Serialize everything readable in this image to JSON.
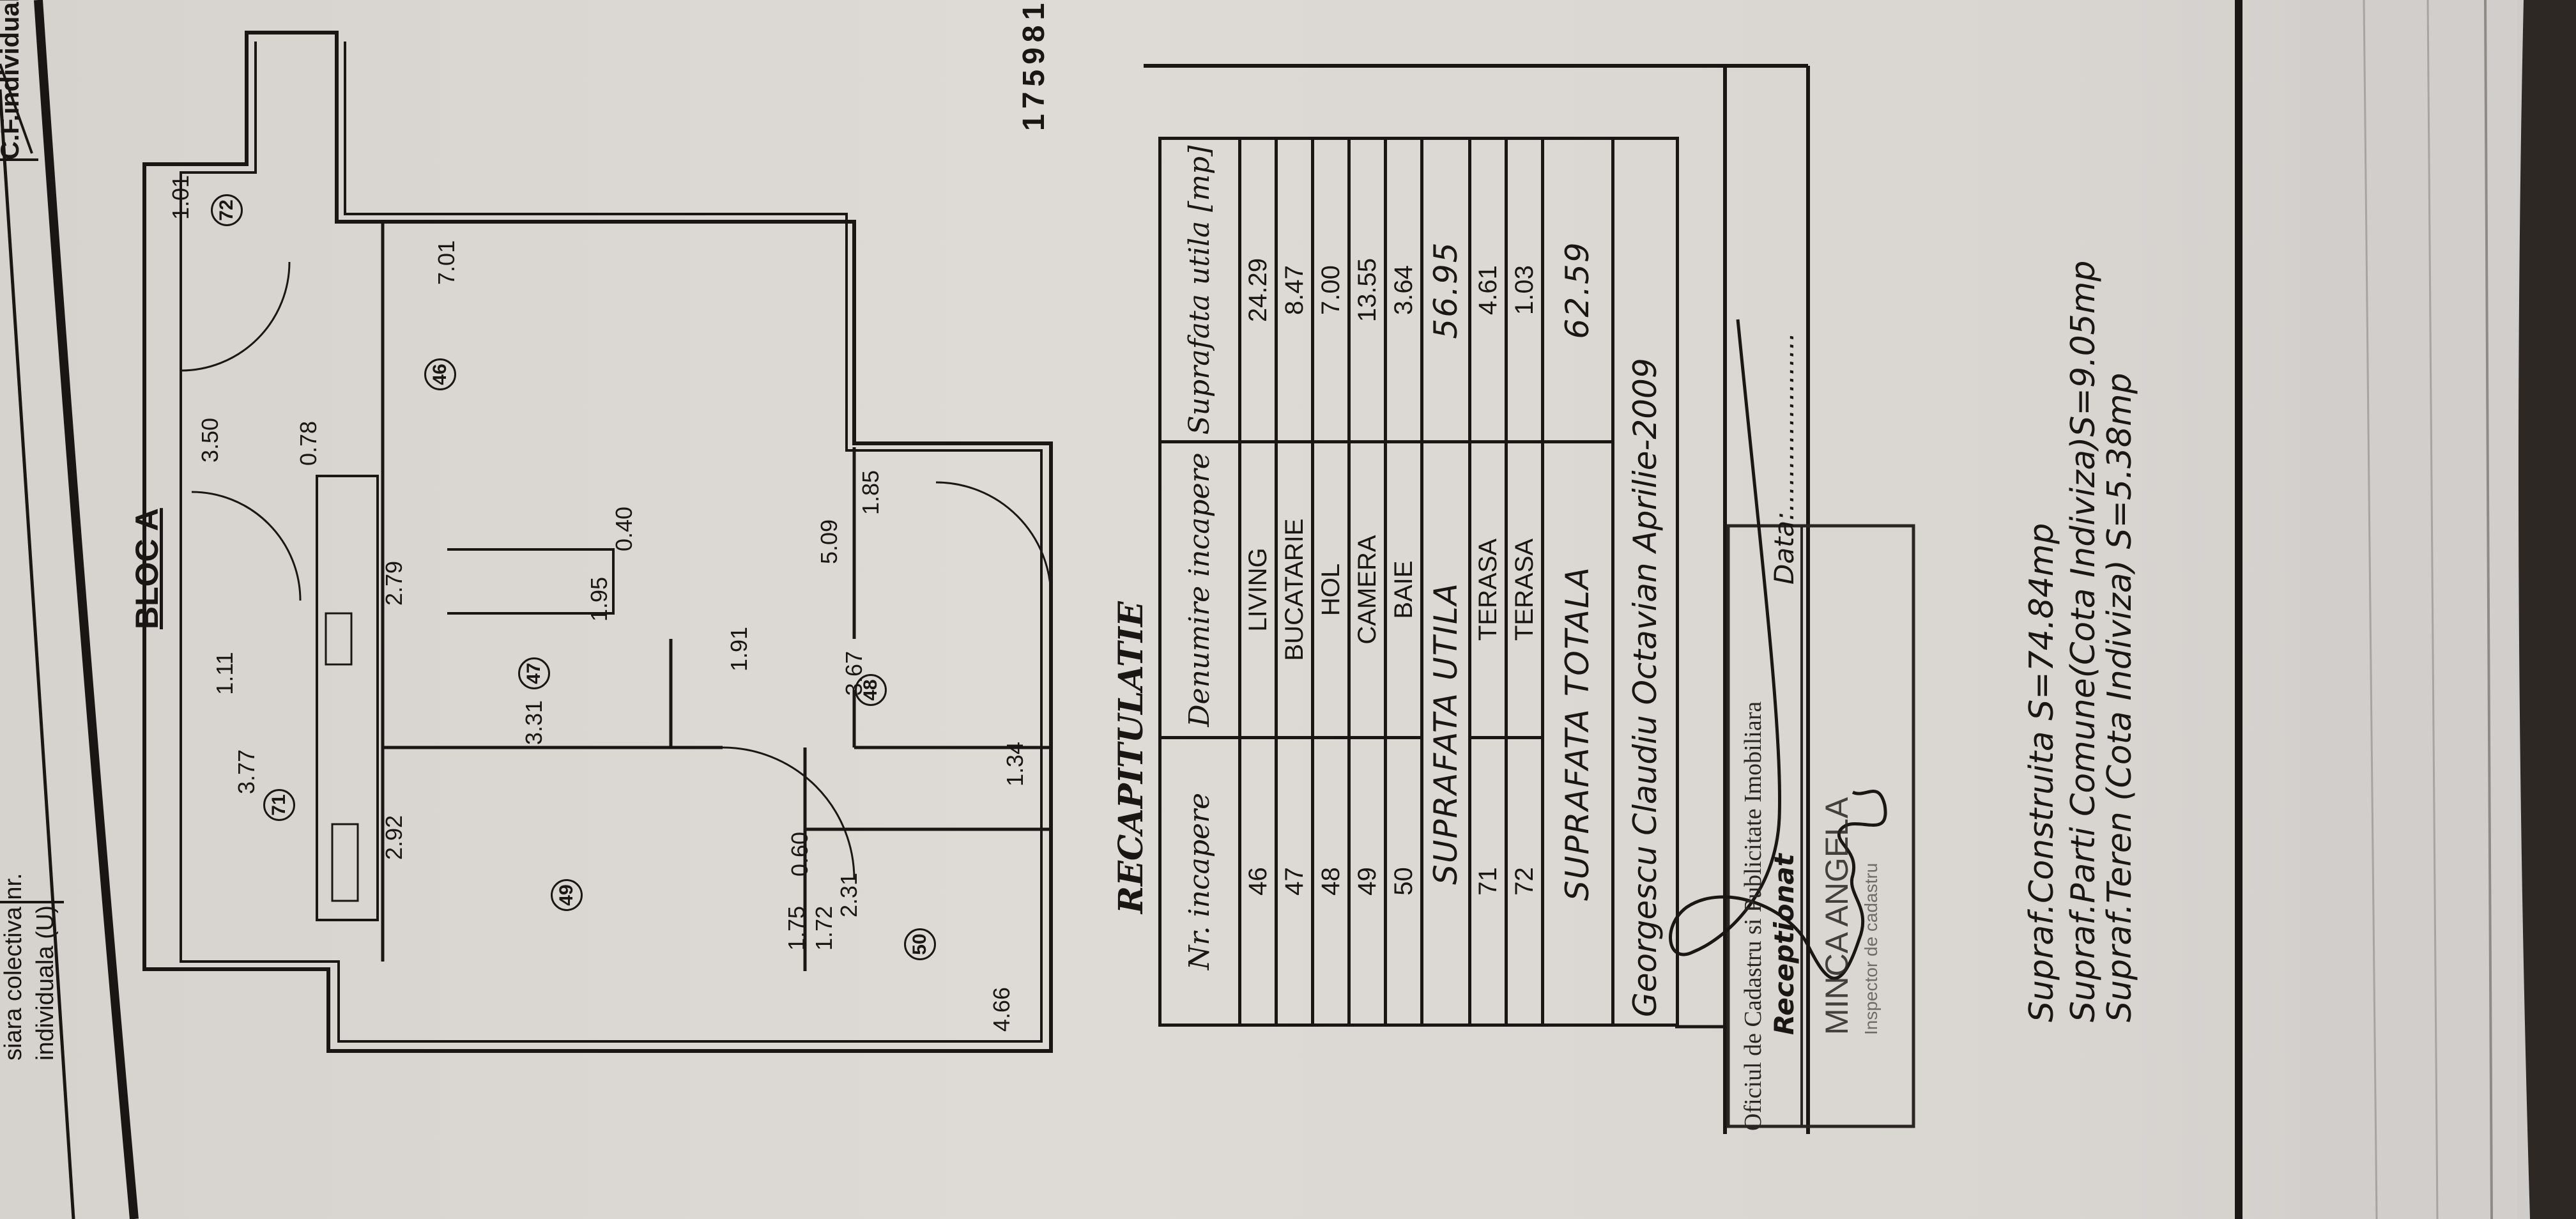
{
  "header": {
    "cf_label": "C.F.individuala",
    "colectiva_label": "siara colectiva nr.",
    "individuala_label": "individuala (U)"
  },
  "plan": {
    "title": "BLOC A",
    "doc_number": "175981",
    "dims": [
      "1.01",
      "3.50",
      "0.78",
      "2.79",
      "1.11",
      "3.77",
      "2.92",
      "1.75",
      "1.72",
      "4.66",
      "7.01",
      "0.40",
      "1.95",
      "3.31",
      "1.91",
      "5.09",
      "1.85",
      "3.67",
      "1.34",
      "0.60",
      "2.31"
    ],
    "rooms": [
      "72",
      "46",
      "47",
      "71",
      "48",
      "49",
      "50"
    ]
  },
  "recap": {
    "title": "RECAPITULATIE",
    "headers": [
      "Nr. incapere",
      "Denumire incapere",
      "Suprafata utila [mp]"
    ],
    "rows": [
      {
        "nr": "46",
        "name": "LIVING",
        "area": "24.29"
      },
      {
        "nr": "47",
        "name": "BUCATARIE",
        "area": "8.47"
      },
      {
        "nr": "48",
        "name": "HOL",
        "area": "7.00"
      },
      {
        "nr": "49",
        "name": "CAMERA",
        "area": "13.55"
      },
      {
        "nr": "50",
        "name": "BAIE",
        "area": "3.64"
      }
    ],
    "utila": {
      "label": "SUPRAFATA UTILA",
      "value": "56.95"
    },
    "terase": [
      {
        "nr": "71",
        "name": "TERASA",
        "area": "4.61"
      },
      {
        "nr": "72",
        "name": "TERASA",
        "area": "1.03"
      }
    ],
    "totala": {
      "label": "SUPRAFATA TOTALA",
      "value": "62.59"
    },
    "author": "Georgescu Claudiu Octavian Aprilie-2009"
  },
  "stamp": {
    "office": "Oficiul de Cadastru si Publicitate Imobiliara",
    "receptionat": "Receptionat",
    "data": "Data:.....................",
    "name": "MINCA ANGELA",
    "role": "Inspector de cadastru"
  },
  "surfaces": [
    "Supraf.Construita  S=74.84mp",
    "Supraf.Parti  Comune(Cota  Indiviza)S=9.05mp",
    "Supraf.Teren  (Cota  Indiviza)  S=5.38mp"
  ]
}
